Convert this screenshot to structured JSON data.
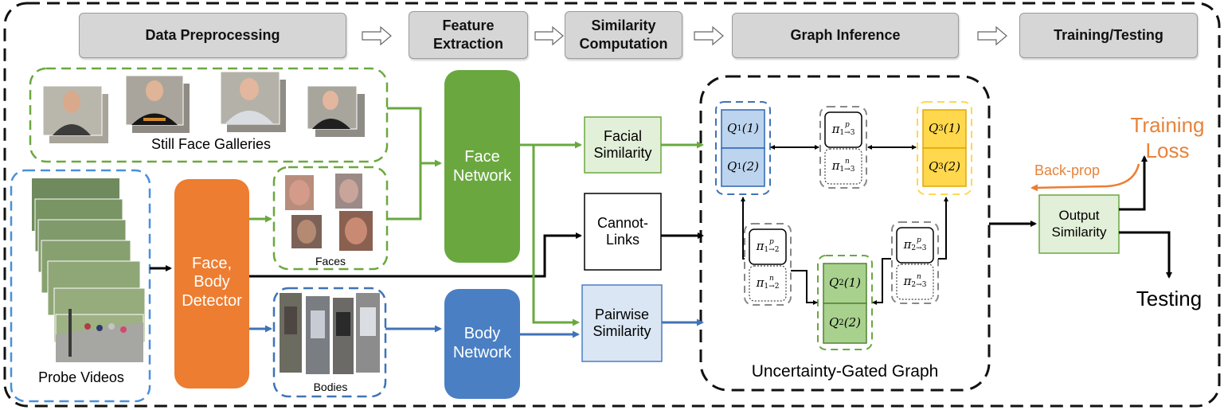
{
  "stages": [
    {
      "id": "data-preprocessing",
      "label": "Data Preprocessing"
    },
    {
      "id": "feature-extraction",
      "label": "Feature\nExtraction"
    },
    {
      "id": "similarity-computation",
      "label": "Similarity\nComputation"
    },
    {
      "id": "graph-inference",
      "label": "Graph Inference"
    },
    {
      "id": "training-testing",
      "label": "Training/Testing"
    }
  ],
  "inputs": {
    "still_face_galleries": "Still Face Galleries",
    "probe_videos": "Probe Videos",
    "faces": "Faces",
    "bodies": "Bodies"
  },
  "modules": {
    "detector": "Face,\nBody\nDetector",
    "face_network": "Face\nNetwork",
    "body_network": "Body\nNetwork",
    "facial_similarity": "Facial\nSimilarity",
    "cannot_links": "Cannot-\nLinks",
    "pairwise_similarity": "Pairwise\nSimilarity",
    "output_similarity": "Output\nSimilarity"
  },
  "graph": {
    "title": "Uncertainty-Gated Graph",
    "nodes": {
      "q1": [
        "Q",
        "1",
        "(1)",
        "Q",
        "1",
        "(2)"
      ],
      "q2": [
        "Q",
        "2",
        "(1)",
        "Q",
        "2",
        "(2)"
      ],
      "q3": [
        "Q",
        "3",
        "(1)",
        "Q",
        "3",
        "(2)"
      ]
    },
    "gates": {
      "g13_p": {
        "sym": "π",
        "sup": "p",
        "sub": "1→3"
      },
      "g13_n": {
        "sym": "π",
        "sup": "n",
        "sub": "1→3"
      },
      "g12_p": {
        "sym": "π",
        "sup": "p",
        "sub": "1→2"
      },
      "g12_n": {
        "sym": "π",
        "sup": "n",
        "sub": "1→2"
      },
      "g23_p": {
        "sym": "π",
        "sup": "p",
        "sub": "2→3"
      },
      "g23_n": {
        "sym": "π",
        "sup": "n",
        "sub": "2→3"
      }
    }
  },
  "outputs": {
    "training_loss": "Training\nLoss",
    "back_prop": "Back-prop",
    "testing": "Testing"
  },
  "colors": {
    "green": "#6aa83f",
    "green_light": "#e2efd9",
    "blue": "#3f73b7",
    "blue_mid": "#4a7fc4",
    "blue_light": "#dbe6f4",
    "orange": "#ed7d31",
    "orange_text": "#e7833a",
    "yellow": "#ffd84d",
    "gray_stage": "#d6d6d6"
  }
}
